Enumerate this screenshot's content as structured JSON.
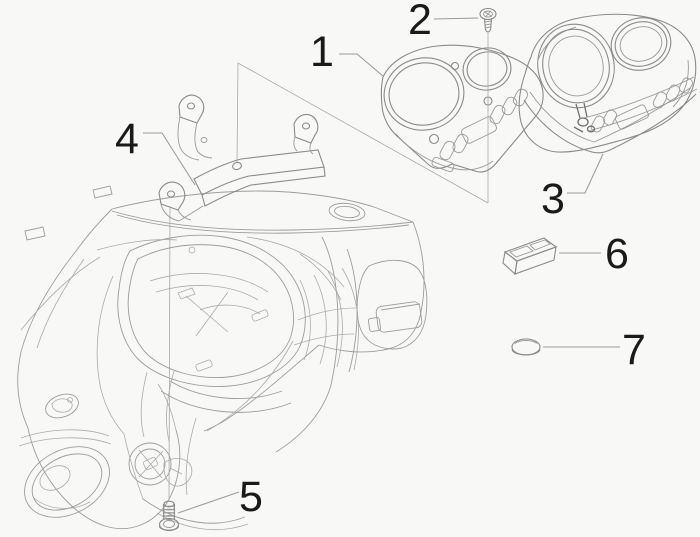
{
  "diagram": {
    "kind": "exploded-parts-diagram",
    "subject": "scooter-handlebar-front-cover-instrument-panel",
    "background_color": "#f8f8f7",
    "line_color": "#9d9d9d",
    "part_line_color": "#8a8a8a",
    "label_color": "#1a1a1a",
    "callouts": [
      {
        "number": "1",
        "part": "dashboard-panel-bezel"
      },
      {
        "number": "2",
        "part": "self-tapping-screw"
      },
      {
        "number": "3",
        "part": "instrument-cluster"
      },
      {
        "number": "4",
        "part": "support-bracket"
      },
      {
        "number": "5",
        "part": "fixing-screw"
      },
      {
        "number": "6",
        "part": "blanking-plug"
      },
      {
        "number": "7",
        "part": "rubber-cap"
      }
    ]
  }
}
